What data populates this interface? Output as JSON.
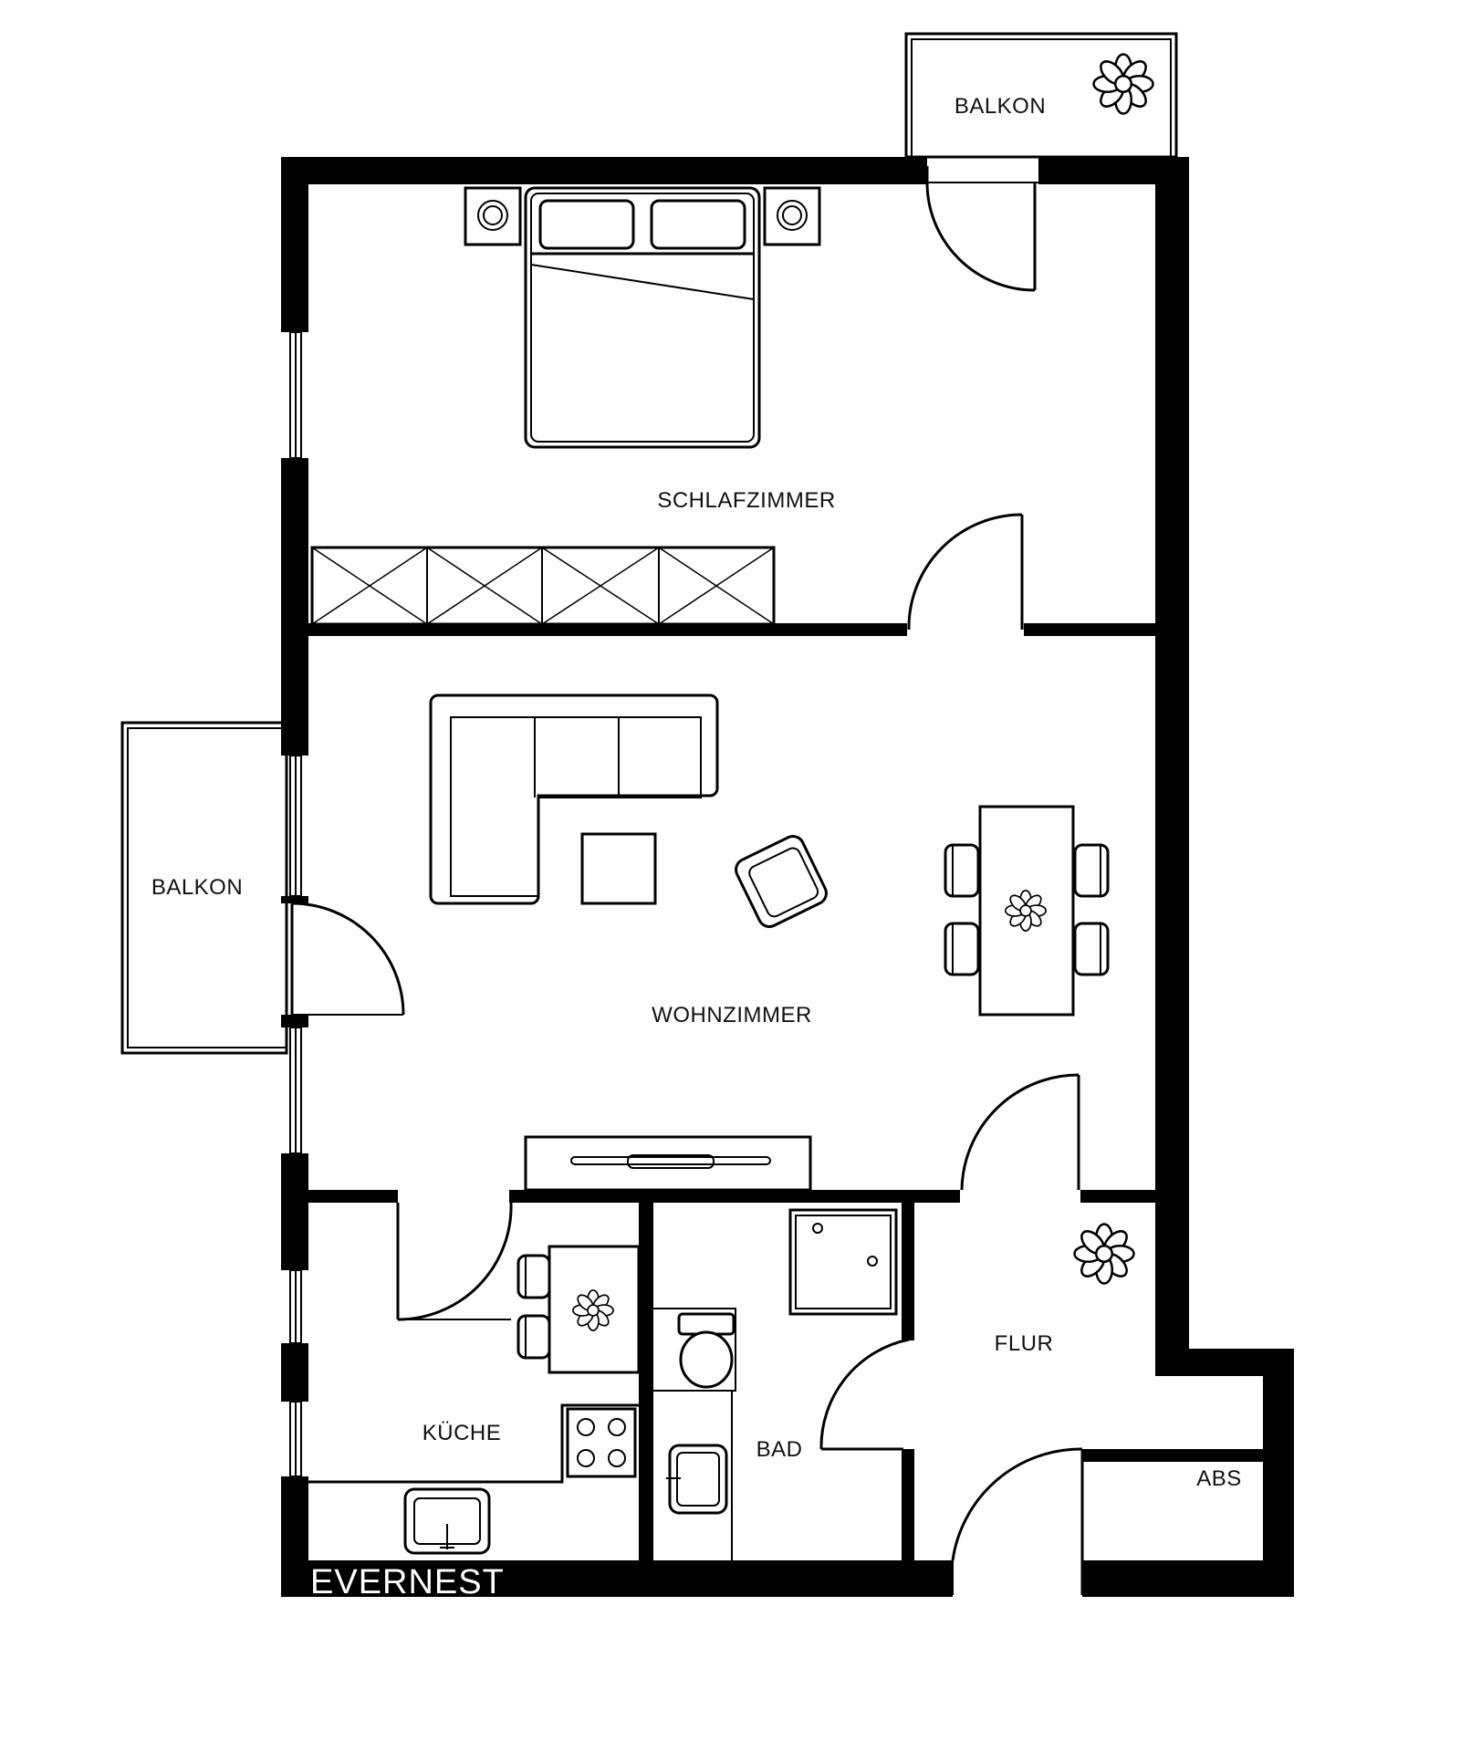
{
  "rooms": {
    "schlafzimmer": "SCHLAFZIMMER",
    "wohnzimmer": "WOHNZIMMER",
    "kueche": "KÜCHE",
    "bad": "BAD",
    "flur": "FLUR",
    "abs": "ABS",
    "balkon_top": "BALKON",
    "balkon_left": "BALKON"
  },
  "brand": "EVERNEST",
  "colors": {
    "wall": "#000000",
    "background": "#ffffff"
  },
  "icons": [
    "flower-icon",
    "bed",
    "sofa",
    "armchair",
    "dining-table",
    "chair",
    "sink",
    "stove",
    "shower",
    "toilet",
    "wardrobe",
    "tv-board"
  ]
}
